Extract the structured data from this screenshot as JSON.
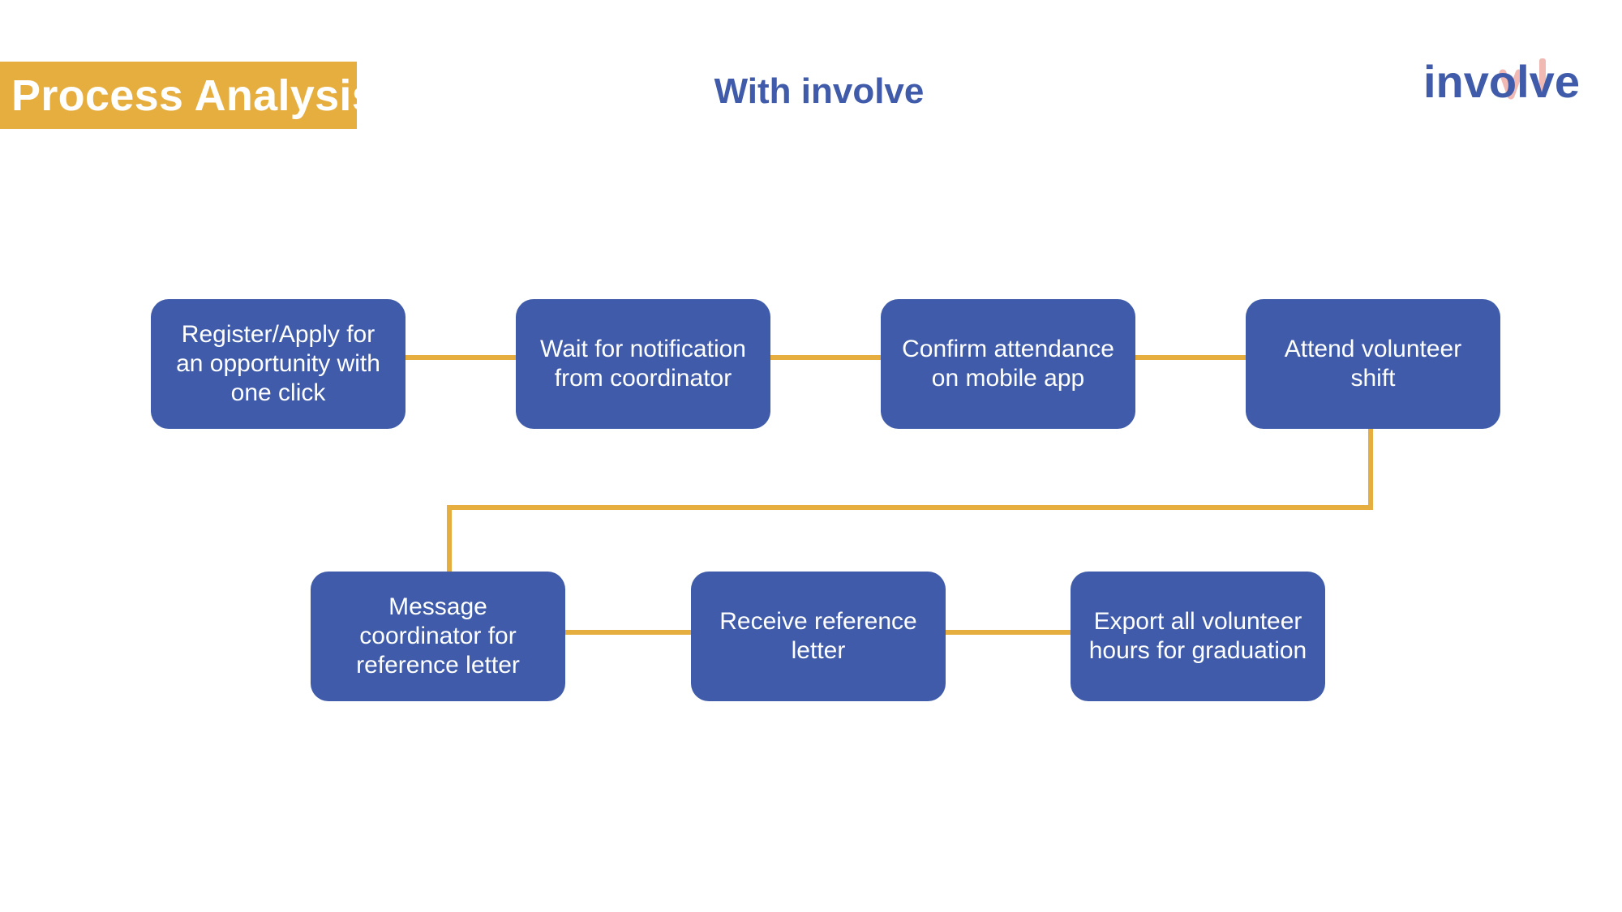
{
  "slide": {
    "title": "Process Analysis",
    "subtitle": "With involve",
    "logo_text": "involve"
  },
  "colors": {
    "banner": "#E6AE3E",
    "box": "#3F5BA9",
    "connector": "#E6AE3E",
    "subtitle": "#3F5BA9",
    "logo_highlight": "#F0B9B4"
  },
  "steps": [
    {
      "label": "Register/Apply for an opportunity with one click"
    },
    {
      "label": "Wait for notification from coordinator"
    },
    {
      "label": "Confirm attendance on mobile app"
    },
    {
      "label": "Attend volunteer shift"
    },
    {
      "label": "Message coordinator for reference letter"
    },
    {
      "label": "Receive reference letter"
    },
    {
      "label": "Export all volunteer hours for graduation"
    }
  ]
}
